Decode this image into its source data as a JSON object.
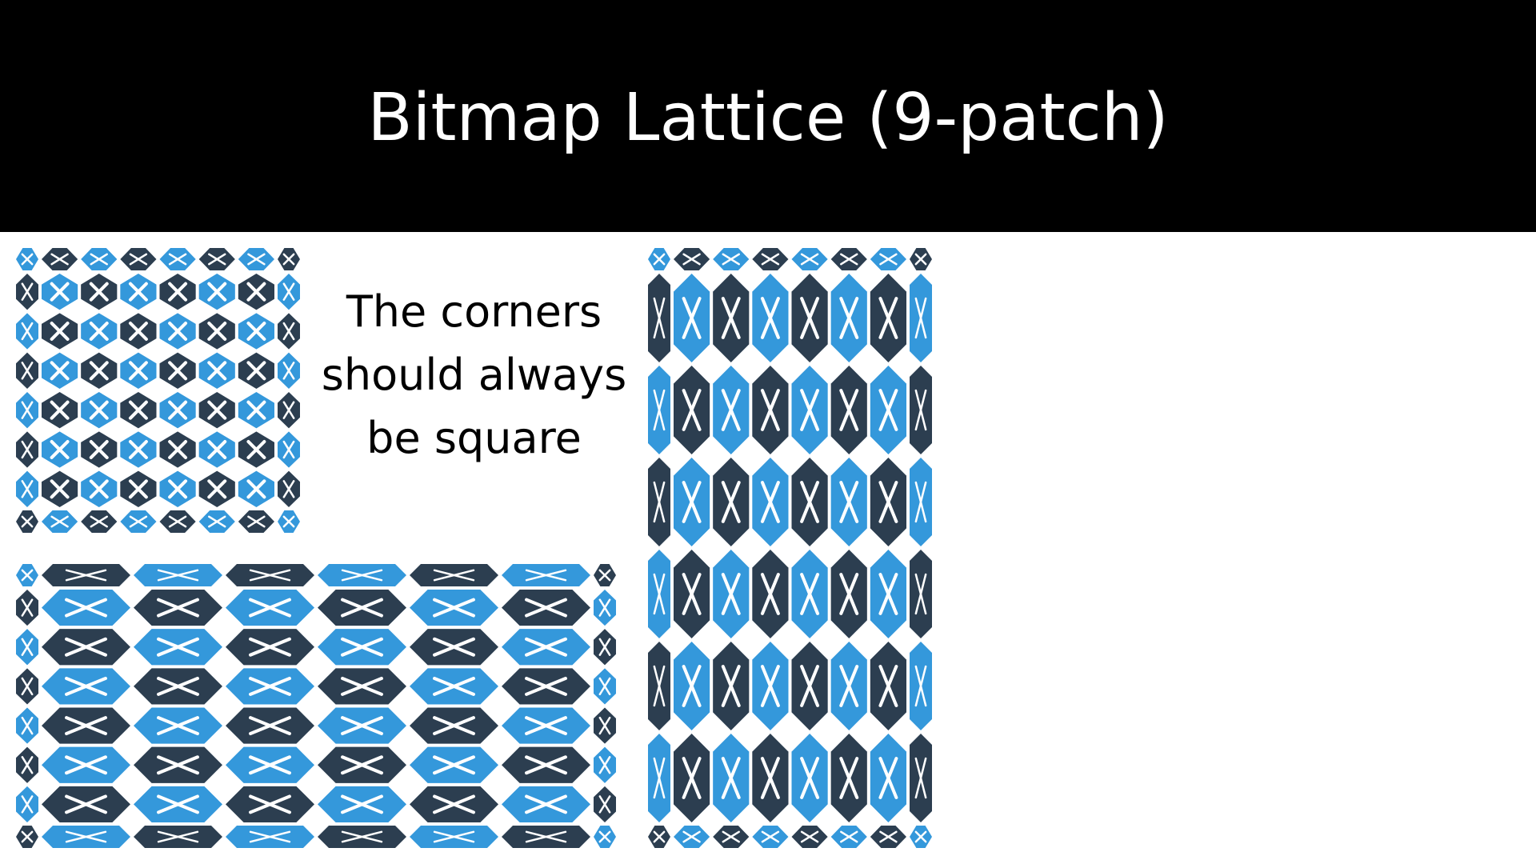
{
  "slide": {
    "title": "Bitmap Lattice (9-patch)",
    "caption_lines": [
      "The corners",
      "should always",
      "be square"
    ]
  },
  "colors": {
    "light_blue": "#3498db",
    "dark_navy": "#2c3e50",
    "glyph": "#ffffff",
    "background": "#ffffff",
    "title_bar": "#000000"
  },
  "tile": {
    "glyph": "X",
    "shape": "hexagon",
    "corner_size": "fixed (unstretched)"
  },
  "lattices": [
    {
      "name": "lattice-original",
      "columns": 8,
      "rows": 8,
      "stretch": "none"
    },
    {
      "name": "lattice-stretched-horizontal",
      "columns": 8,
      "rows": 8,
      "stretch": "horizontal"
    },
    {
      "name": "lattice-stretched-vertical",
      "columns": 8,
      "rows": 8,
      "stretch": "vertical"
    }
  ]
}
